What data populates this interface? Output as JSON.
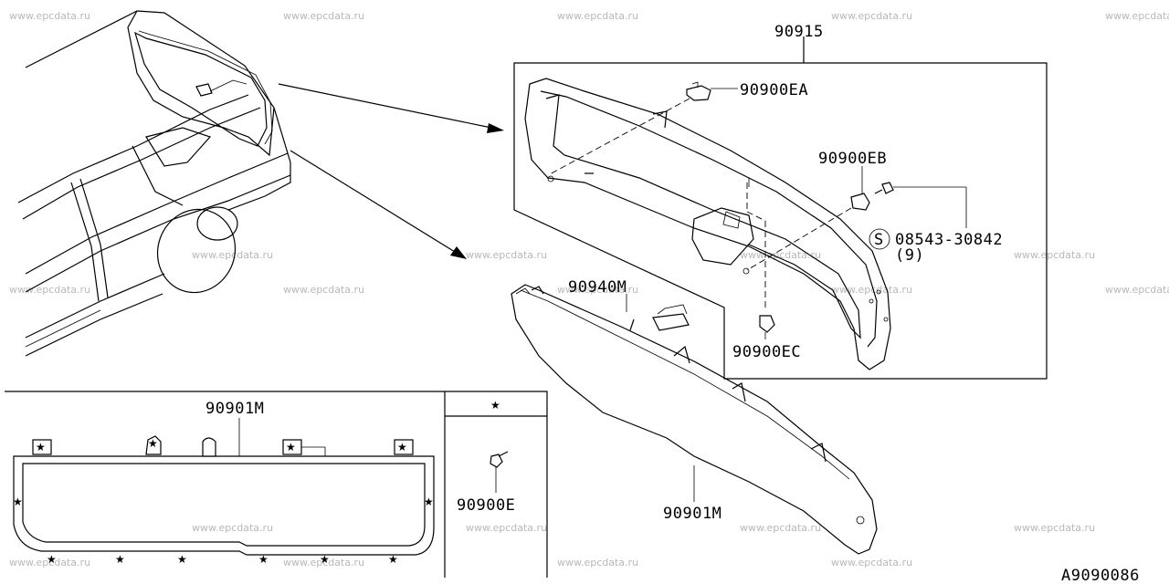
{
  "watermark": "www.epcdata.ru",
  "diagram_code": "A9090086",
  "star_symbol": "★",
  "circled_s": "S",
  "labels": {
    "p90915": "90915",
    "p90900EA": "90900EA",
    "p90900EB": "90900EB",
    "p08543": "08543-30842",
    "p08543_qty": "(9)",
    "p90900EC": "90900EC",
    "p90940M": "90940M",
    "p90901M_top": "90901M",
    "p90901M_right": "90901M",
    "p90900E": "90900E"
  }
}
